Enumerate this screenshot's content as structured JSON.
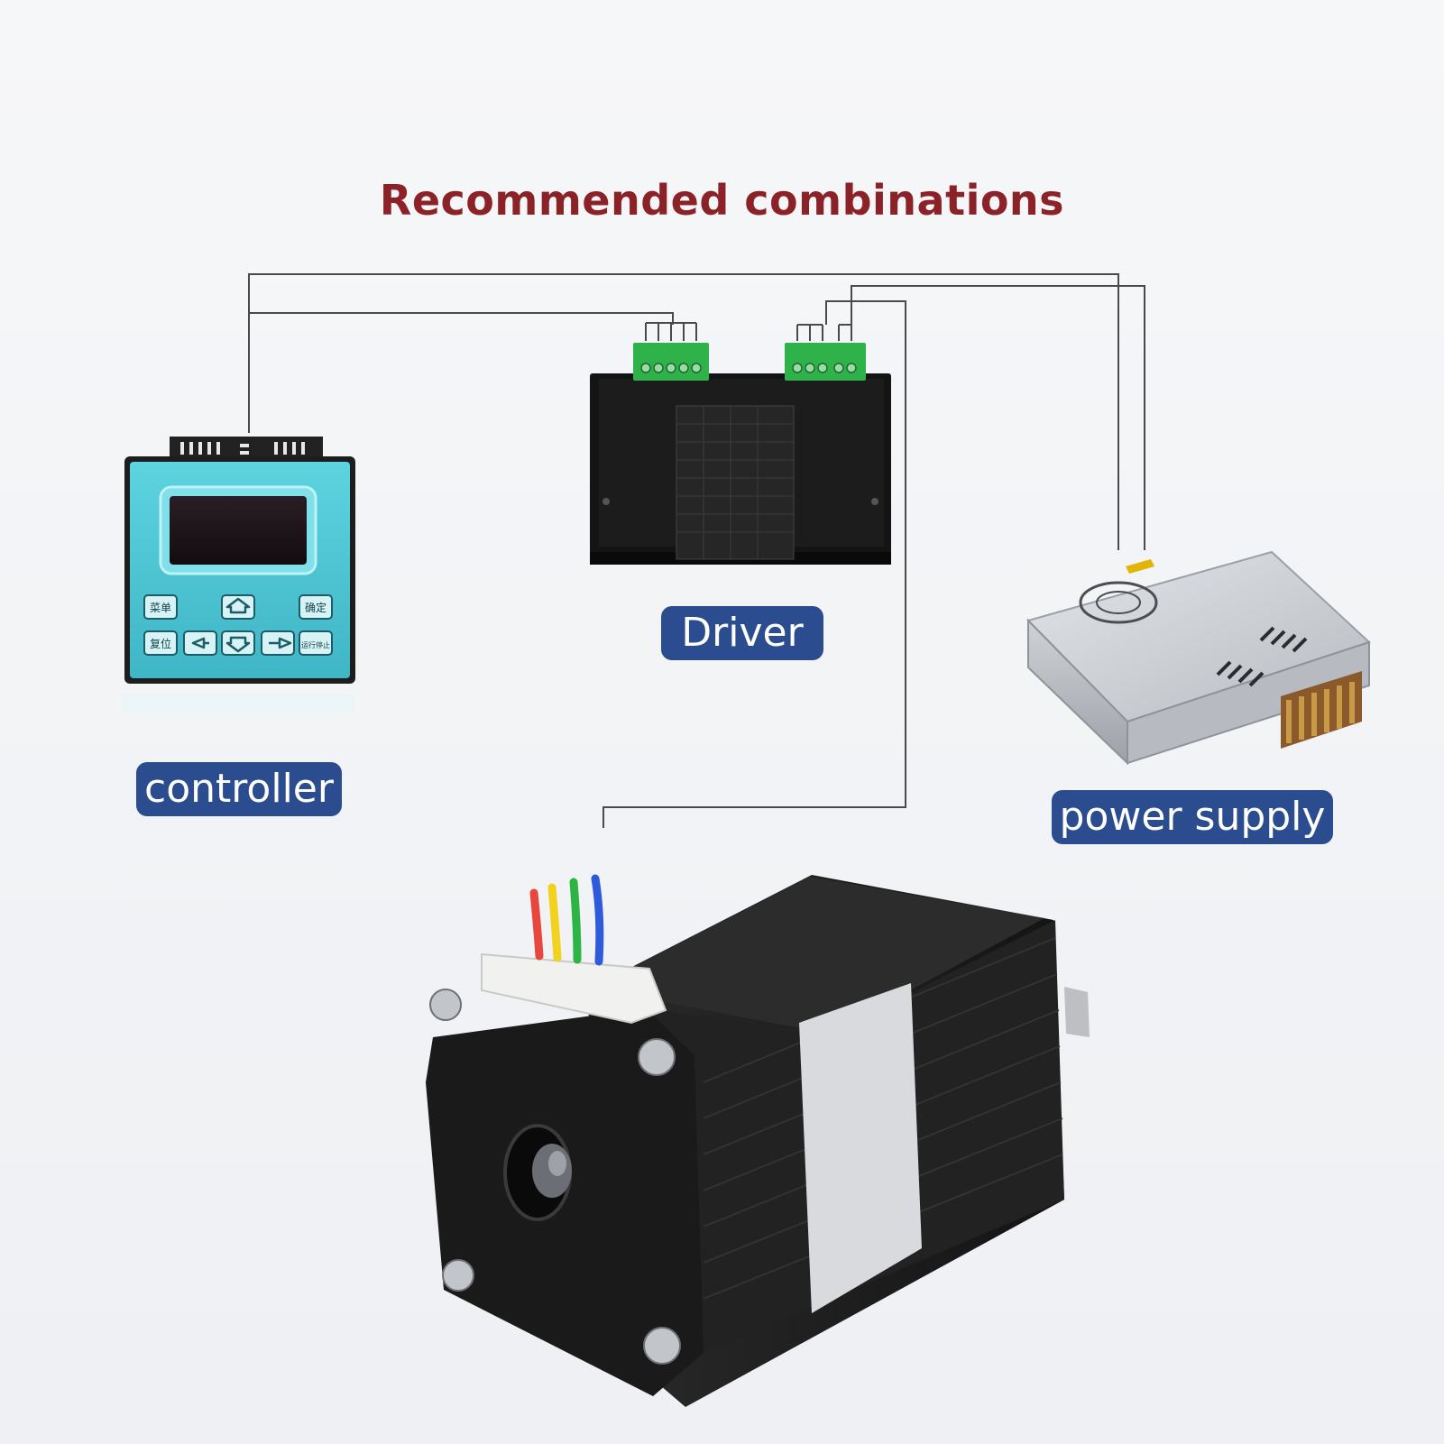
{
  "title": "Recommended combinations",
  "labels": {
    "controller": "controller",
    "driver": "Driver",
    "power_supply": "power supply"
  },
  "controller_keys": [
    "菜单",
    "确定",
    "复位",
    "运行停止"
  ],
  "colors": {
    "title": "#8b2228",
    "tag_bg": "#2b4c8f",
    "wire": "#4a4a4a",
    "controller_face": "#4fc7d6",
    "motor_body": "#1e1e1e",
    "terminal_green": "#2fb24a",
    "psu_silver": "#c9ccd1"
  }
}
